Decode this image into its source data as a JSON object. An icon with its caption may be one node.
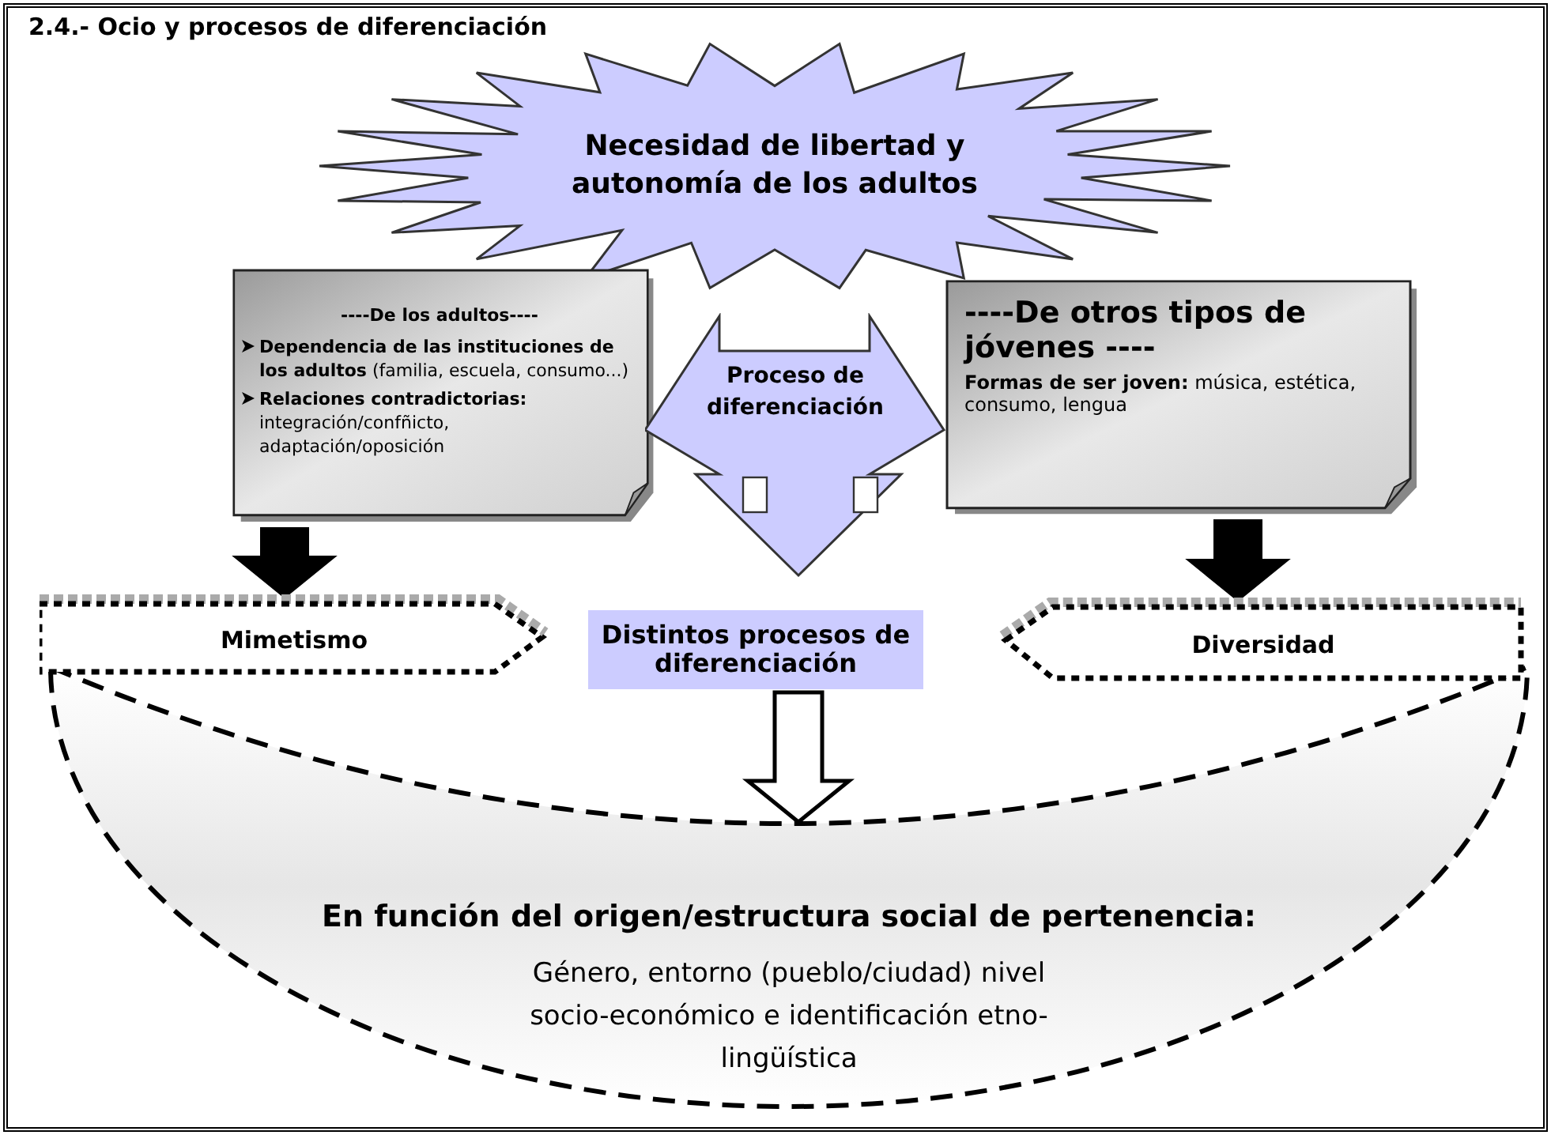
{
  "diagram": {
    "title": "2.4.- Ocio y procesos de diferenciación",
    "nodes": [
      {
        "text": [
          "Necesidad de libertad y autonomía de los adultos"
        ]
      },
      {
        "text": [
          "----De los adultos----",
          "**Dependencia de las instituciones de los adultos** (familia, escuela, consumo...)",
          "**Relaciones contradictorias:** integración/confñicto, adaptación/oposición"
        ]
      },
      {
        "text": [
          "Proceso de diferenciación"
        ]
      },
      {
        "text": [
          "----De otros tipos de jóvenes ----",
          "**Formas de ser joven:** música, estética, consumo, lengua"
        ]
      },
      {
        "text": [
          "Mimetismo"
        ]
      },
      {
        "text": [
          "Distintos procesos de diferenciación"
        ]
      },
      {
        "text": [
          "Diversidad"
        ]
      },
      {
        "text": [
          "En función del origen/estructura social de pertenencia:",
          "Género, entorno (pueblo/ciudad) nivel socio-económico e identificación etno-lingüística"
        ]
      }
    ],
    "edges": [
      {
        "from": 1,
        "to": 4,
        "arrow": "to",
        "style": "thick"
      },
      {
        "from": 3,
        "to": 6,
        "arrow": "to",
        "style": "thick"
      },
      {
        "from": 5,
        "to": 7,
        "arrow": "to"
      }
    ]
  }
}
